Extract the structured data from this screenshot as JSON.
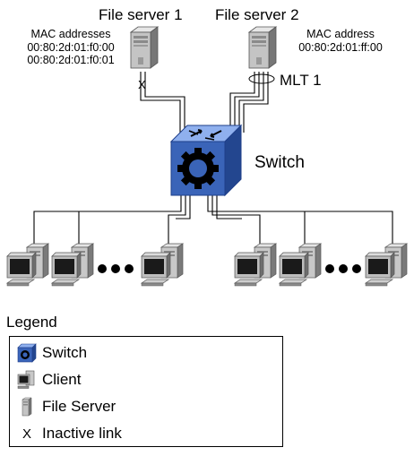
{
  "file_server_1": {
    "title": "File server 1",
    "mac_heading": "MAC addresses",
    "mac_addresses": [
      "00:80:2d:01:f0:00",
      "00:80:2d:01:f0:01"
    ]
  },
  "file_server_2": {
    "title": "File server 2",
    "mac_heading": "MAC address",
    "mac_addresses": [
      "00:80:2d:01:ff:00"
    ]
  },
  "mlt_label": "MLT 1",
  "switch_label": "Switch",
  "inactive_marker": "X",
  "legend": {
    "title": "Legend",
    "items": [
      {
        "icon": "switch-icon",
        "label": "Switch"
      },
      {
        "icon": "client-icon",
        "label": "Client"
      },
      {
        "icon": "file-server-icon",
        "label": "File Server"
      },
      {
        "icon": "inactive-link-icon",
        "label": "Inactive link"
      }
    ]
  },
  "colors": {
    "switch_blue": "#3a64b8",
    "server_gray": "#b8b8b8",
    "line": "#000000"
  }
}
